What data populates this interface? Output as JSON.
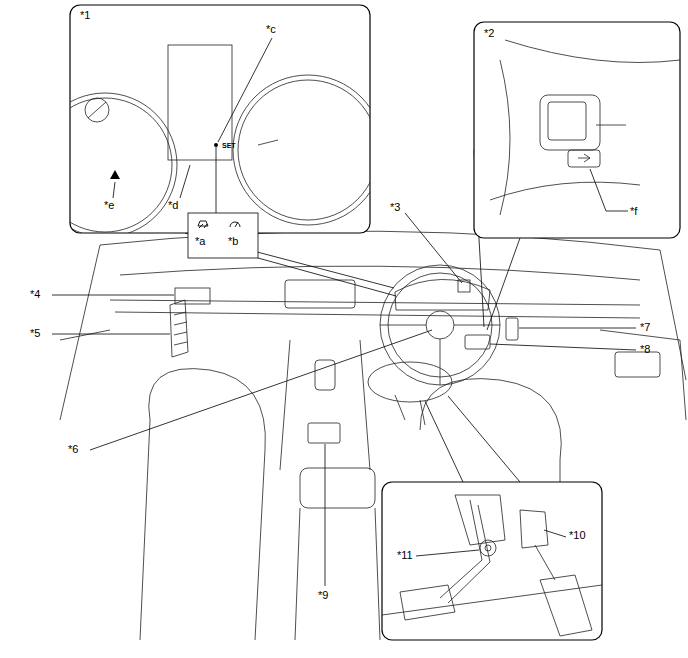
{
  "diagram": {
    "labels": [
      "*1",
      "*c",
      "SET",
      "*e",
      "*d",
      "*a",
      "*b",
      "*2",
      "*f",
      "*3",
      "*4",
      "*5",
      "*7",
      "*8",
      "*6",
      "*10",
      "*11",
      "*9"
    ]
  }
}
